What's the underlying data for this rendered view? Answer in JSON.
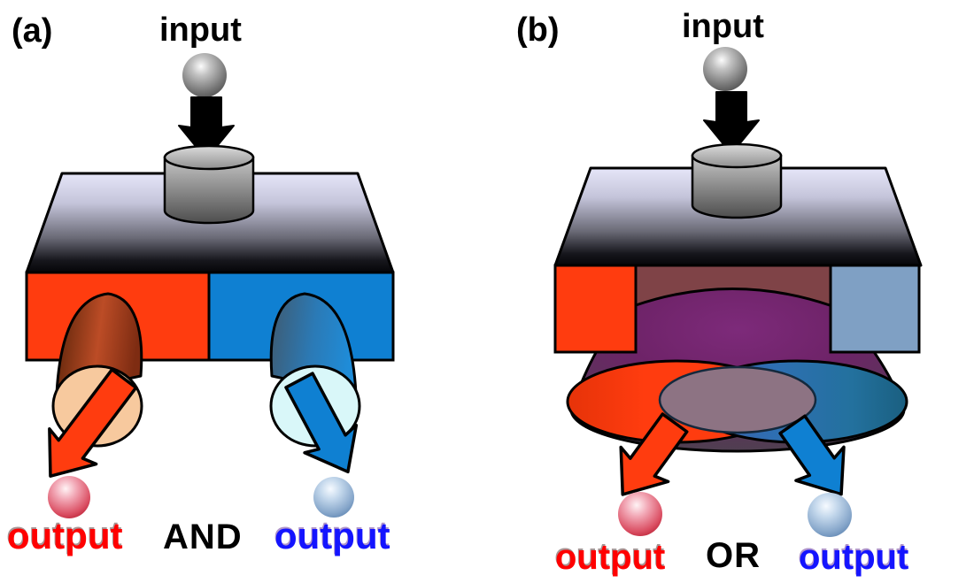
{
  "figure": {
    "background": "#ffffff",
    "panels": [
      {
        "label": "(a)",
        "input_label": "input",
        "operator": "AND",
        "output_left": "output",
        "output_right": "output"
      },
      {
        "label": "(b)",
        "input_label": "input",
        "operator": "OR",
        "output_left": "output",
        "output_right": "output"
      }
    ],
    "colors": {
      "red": "#ff3c0f",
      "blue": "#0f80d2",
      "maroon": "#7f4347",
      "slate_blue": "#7fa0c4",
      "mauve": "#8d7383",
      "peach": "#f7c99e",
      "light_cyan": "#d9f7f9",
      "red_text": "#ff0000",
      "blue_text": "#1414ff",
      "black": "#000000"
    }
  }
}
